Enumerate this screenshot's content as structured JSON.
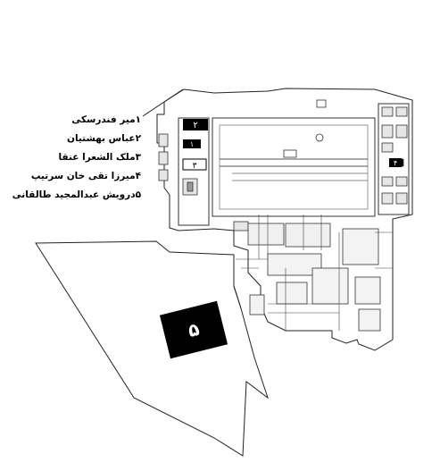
{
  "legend": {
    "items": [
      {
        "number": "۱",
        "name": "میر فندرسکی"
      },
      {
        "number": "۲",
        "name": "عباس بهشتیان"
      },
      {
        "number": "۳",
        "name": "ملک الشعرا عنقا"
      },
      {
        "number": "۴",
        "name": "میرزا تقی خان سرتیپ"
      },
      {
        "number": "۵",
        "name": "درویش عبدالمجید طالقانی"
      }
    ]
  },
  "markers": [
    {
      "number": "۱"
    },
    {
      "number": "۲"
    },
    {
      "number": "۳"
    },
    {
      "number": "۴"
    },
    {
      "number": "۵"
    }
  ],
  "colors": {
    "ink": "#000000",
    "line": "#222222",
    "fill_light": "#e6e6e6",
    "paper": "#ffffff"
  }
}
